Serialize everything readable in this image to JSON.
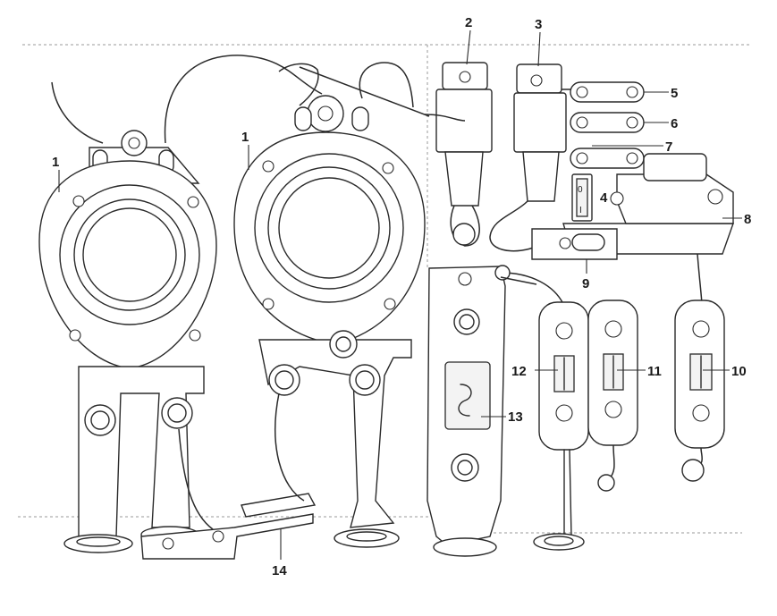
{
  "callouts": [
    {
      "id": "1a",
      "label": "1"
    },
    {
      "id": "1b",
      "label": "1"
    },
    {
      "id": "2",
      "label": "2"
    },
    {
      "id": "3",
      "label": "3"
    },
    {
      "id": "4",
      "label": "4"
    },
    {
      "id": "5",
      "label": "5"
    },
    {
      "id": "6",
      "label": "6"
    },
    {
      "id": "7",
      "label": "7"
    },
    {
      "id": "8",
      "label": "8"
    },
    {
      "id": "9",
      "label": "9"
    },
    {
      "id": "10",
      "label": "10"
    },
    {
      "id": "11",
      "label": "11"
    },
    {
      "id": "12",
      "label": "12"
    },
    {
      "id": "13",
      "label": "13"
    },
    {
      "id": "14",
      "label": "14"
    }
  ],
  "switch_marks": {
    "on": "0",
    "off": "I"
  },
  "colors": {
    "line": "#2a2a2a",
    "background": "#ffffff",
    "guide": "#9a9a9a"
  }
}
